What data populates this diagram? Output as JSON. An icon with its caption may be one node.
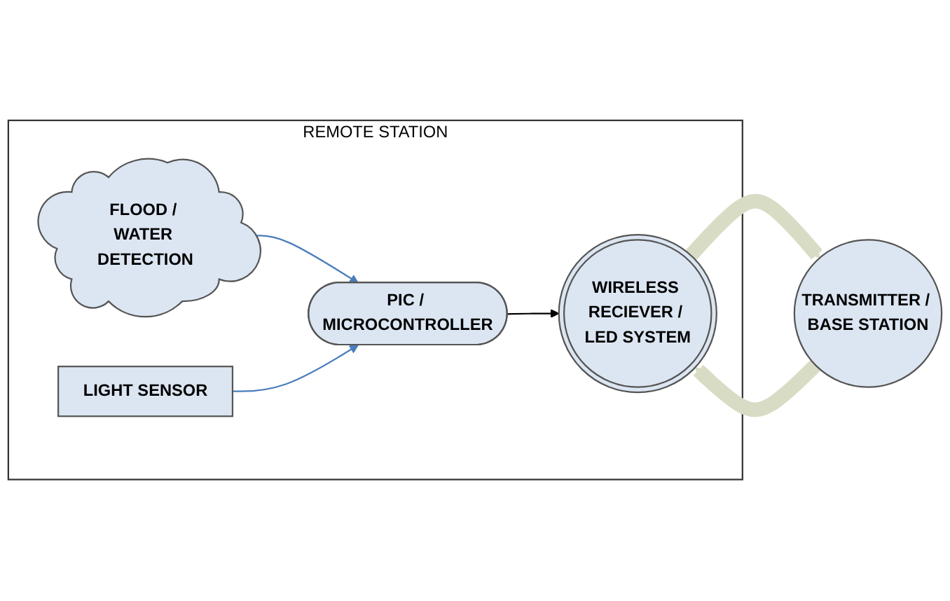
{
  "diagram": {
    "nodes": [
      {
        "text": [
          "REMOTE STATION"
        ]
      },
      {
        "text": [
          "TRANSMITTER / BASE STATION"
        ]
      },
      {
        "text": [
          "FLOOD / WATER DETECTION"
        ],
        "in": 0
      },
      {
        "text": [
          "LIGHT SENSOR"
        ],
        "in": 0
      },
      {
        "text": [
          "PIC / MICROCONTROLLER"
        ],
        "in": 0
      },
      {
        "text": [
          "WIRELESS RECIEVER / LED SYSTEM"
        ],
        "in": 0
      }
    ],
    "edges": [
      {
        "from": 1,
        "to": 5,
        "arrow": "to",
        "style": "thick",
        "color": "#d8dcc4"
      },
      {
        "from": 5,
        "to": 1,
        "arrow": "to",
        "style": "thick",
        "color": "#d8dcc4"
      },
      {
        "from": 2,
        "to": 4,
        "arrow": "to",
        "color": "#4a7ebb"
      },
      {
        "from": 3,
        "to": 4,
        "arrow": "to",
        "color": "#4a7ebb"
      },
      {
        "from": 4,
        "to": 5,
        "arrow": "to",
        "color": "#000000"
      }
    ]
  }
}
